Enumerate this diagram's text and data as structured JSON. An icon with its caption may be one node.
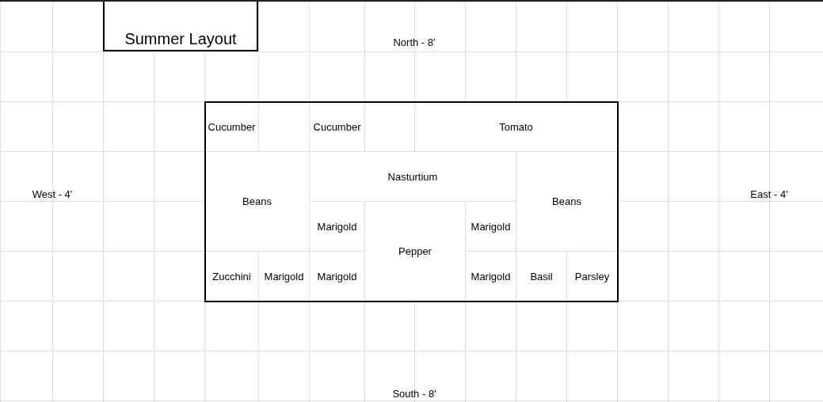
{
  "diagram": {
    "nodes": [
      {
        "text": [
          "Summer Layout"
        ]
      },
      {
        "text": [],
        "shape": "box"
      },
      {
        "text": [
          "Cucumber"
        ],
        "in": 1
      },
      {
        "text": [
          "Cucumber"
        ],
        "in": 1
      },
      {
        "text": [
          "Tomato"
        ],
        "in": 1
      },
      {
        "text": [
          "Beans"
        ],
        "in": 1
      },
      {
        "text": [
          "Nasturtium"
        ],
        "in": 1
      },
      {
        "text": [
          "Beans"
        ],
        "in": 1
      },
      {
        "text": [
          "Marigold"
        ],
        "in": 1
      },
      {
        "text": [
          "Pepper"
        ],
        "in": 1
      },
      {
        "text": [
          "Marigold"
        ],
        "in": 1
      },
      {
        "text": [
          "Zucchini"
        ],
        "in": 1
      },
      {
        "text": [
          "Marigold"
        ],
        "in": 1
      },
      {
        "text": [
          "Marigold"
        ],
        "in": 1
      },
      {
        "text": [
          "Marigold"
        ],
        "in": 1
      },
      {
        "text": [
          "Basil"
        ],
        "in": 1
      },
      {
        "text": [
          "Parsley"
        ],
        "in": 1
      }
    ],
    "labels": [
      "North - 8'",
      "West - 4'",
      "East - 4'",
      "South - 8'"
    ]
  }
}
